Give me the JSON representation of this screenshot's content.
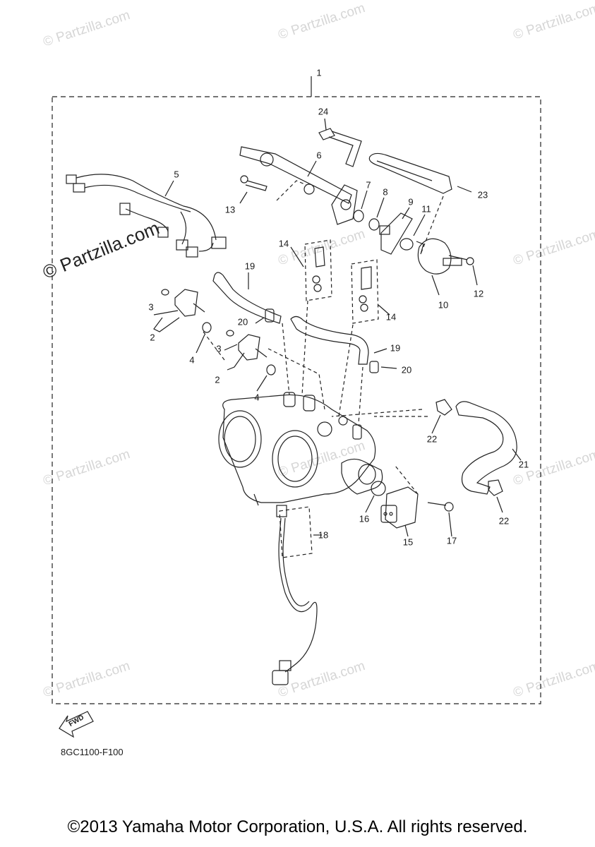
{
  "watermarks": {
    "text": "© Partzilla.com",
    "items": [
      "© Partzilla.com",
      "© Partzilla.com",
      "© Partzilla.com",
      "© Partzilla.com",
      "© Partzilla.com",
      "© Partzilla.com",
      "© Partzilla.com",
      "© Partzilla.com",
      "© Partzilla.com",
      "© Partzilla.com",
      "© Partzilla.com"
    ],
    "prominent": "© Partzilla.com"
  },
  "callouts": [
    {
      "id": "c1",
      "label": "1"
    },
    {
      "id": "c24",
      "label": "24"
    },
    {
      "id": "c6",
      "label": "6"
    },
    {
      "id": "c5",
      "label": "5"
    },
    {
      "id": "c7",
      "label": "7"
    },
    {
      "id": "c8",
      "label": "8"
    },
    {
      "id": "c9",
      "label": "9"
    },
    {
      "id": "c11",
      "label": "11"
    },
    {
      "id": "c23",
      "label": "23"
    },
    {
      "id": "c13",
      "label": "13"
    },
    {
      "id": "c14a",
      "label": "14"
    },
    {
      "id": "c14b",
      "label": "14"
    },
    {
      "id": "c19a",
      "label": "19"
    },
    {
      "id": "c19b",
      "label": "19"
    },
    {
      "id": "c12",
      "label": "12"
    },
    {
      "id": "c10",
      "label": "10"
    },
    {
      "id": "c3a",
      "label": "3"
    },
    {
      "id": "c2a",
      "label": "2"
    },
    {
      "id": "c20a",
      "label": "20"
    },
    {
      "id": "c20b",
      "label": "20"
    },
    {
      "id": "c4a",
      "label": "4"
    },
    {
      "id": "c3b",
      "label": "3"
    },
    {
      "id": "c2b",
      "label": "2"
    },
    {
      "id": "c4b",
      "label": "4"
    },
    {
      "id": "c22a",
      "label": "22"
    },
    {
      "id": "c21",
      "label": "21"
    },
    {
      "id": "c22b",
      "label": "22"
    },
    {
      "id": "c16",
      "label": "16"
    },
    {
      "id": "c17",
      "label": "17"
    },
    {
      "id": "c15",
      "label": "15"
    },
    {
      "id": "c18",
      "label": "18"
    }
  ],
  "fwd_label": "FWD",
  "diagram_code": "8GC1100-F100",
  "copyright": "©2013 Yamaha Motor Corporation, U.S.A. All rights reserved."
}
